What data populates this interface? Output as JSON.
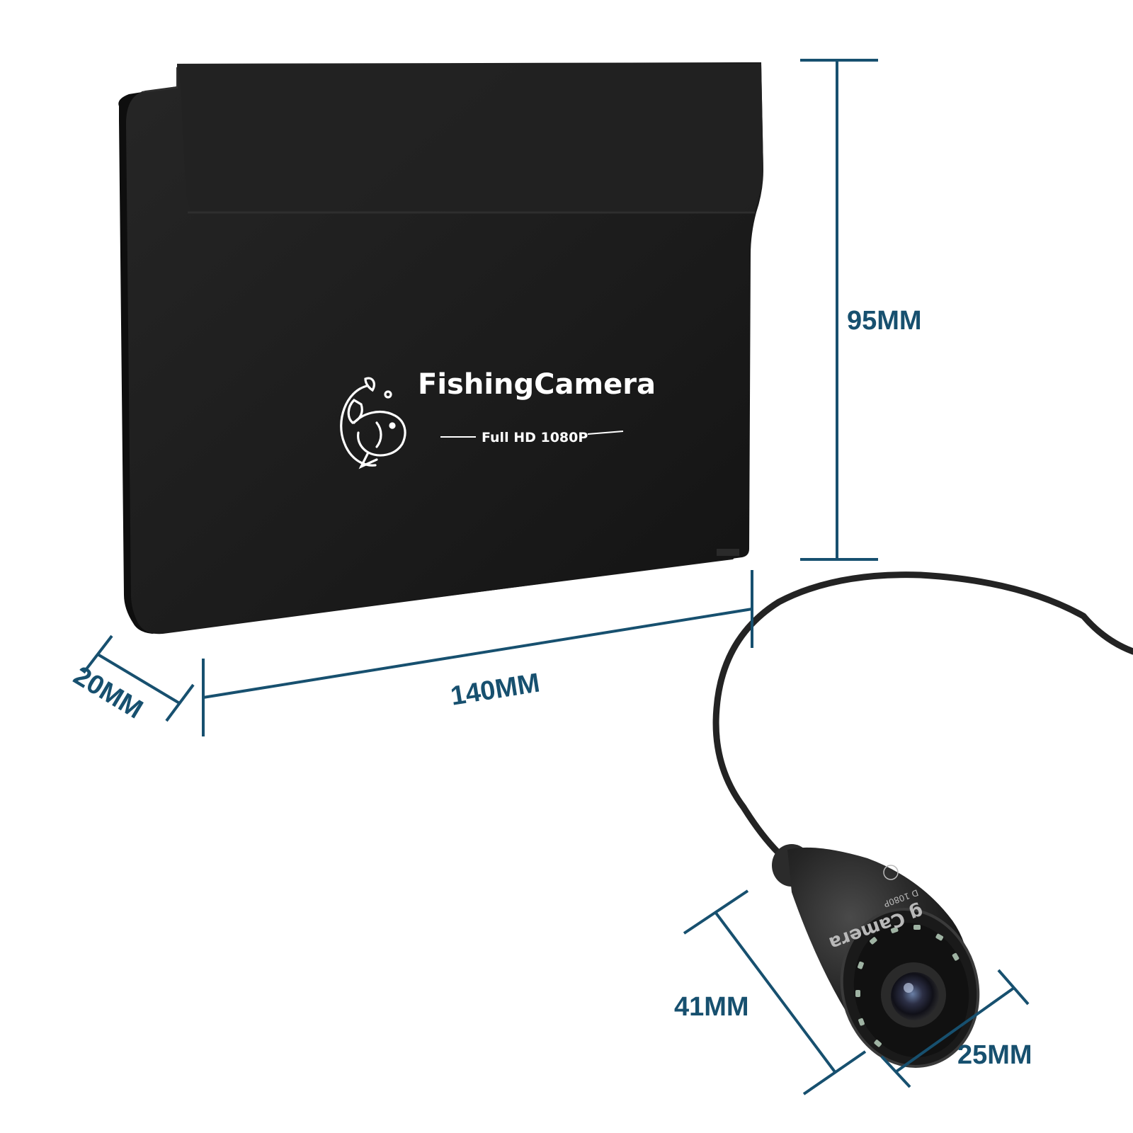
{
  "product": {
    "brand_title": "FishingCamera",
    "brand_subtitle": "Full HD 1080P",
    "logo_icon": "fish-logo-icon"
  },
  "camera_print": {
    "text": "g Camera",
    "small_text": "D 1080P"
  },
  "dimensions": {
    "height": "95MM",
    "width": "140MM",
    "depth": "20MM",
    "camera_length": "41MM",
    "camera_diameter": "25MM"
  },
  "colors": {
    "dimension_line": "#17506f",
    "monitor_body": "#1c1c1c",
    "background": "#ffffff"
  }
}
